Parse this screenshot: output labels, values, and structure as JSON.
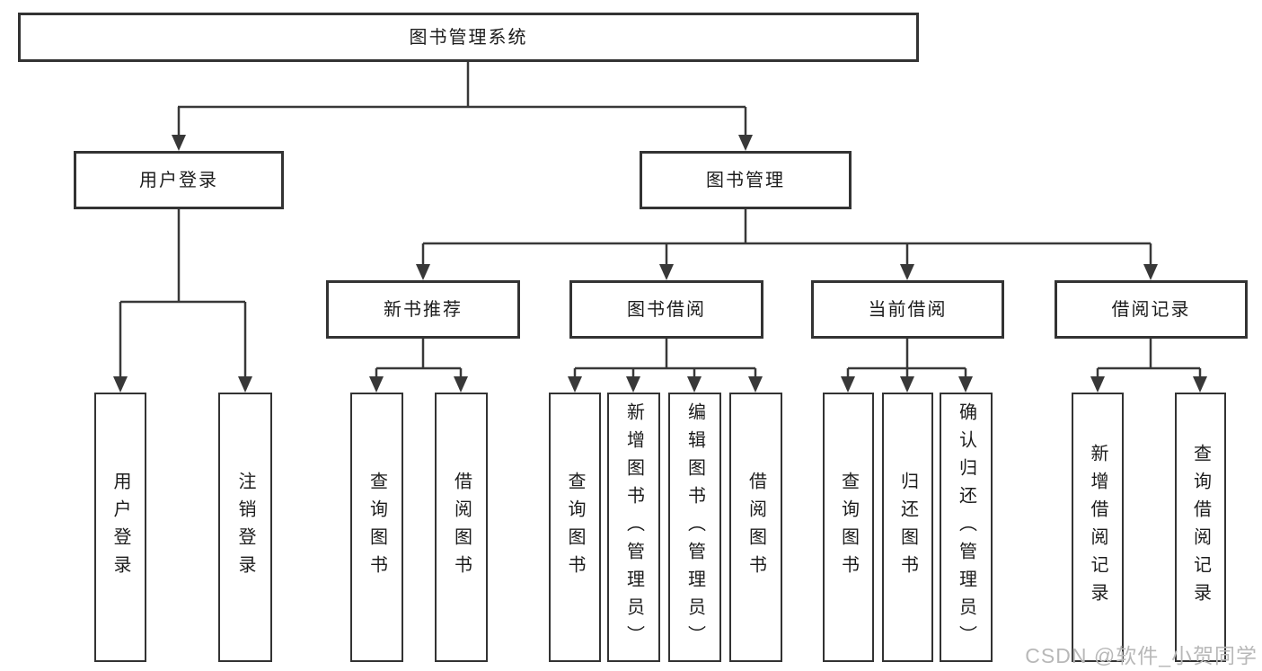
{
  "diagram_type": "hierarchy-tree",
  "tree": {
    "label": "图书管理系统",
    "children": [
      {
        "label": "用户登录",
        "children": [
          {
            "label": "用户登录"
          },
          {
            "label": "注销登录"
          }
        ]
      },
      {
        "label": "图书管理",
        "children": [
          {
            "label": "新书推荐",
            "children": [
              {
                "label": "查询图书"
              },
              {
                "label": "借阅图书"
              }
            ]
          },
          {
            "label": "图书借阅",
            "children": [
              {
                "label": "查询图书"
              },
              {
                "label": "新增图书（管理员）"
              },
              {
                "label": "编辑图书（管理员）"
              },
              {
                "label": "借阅图书"
              }
            ]
          },
          {
            "label": "当前借阅",
            "children": [
              {
                "label": "查询图书"
              },
              {
                "label": "归还图书"
              },
              {
                "label": "确认归还（管理员）"
              }
            ]
          },
          {
            "label": "借阅记录",
            "children": [
              {
                "label": "新增借阅记录"
              },
              {
                "label": "查询借阅记录"
              }
            ]
          }
        ]
      }
    ]
  },
  "watermark": {
    "text": "CSDN @软件_小贺同学"
  },
  "colors": {
    "line": "#383838",
    "box_border": "#333333",
    "box_fill": "#ffffff",
    "text": "#1c1c1c",
    "watermark": "#b8b8b8"
  }
}
